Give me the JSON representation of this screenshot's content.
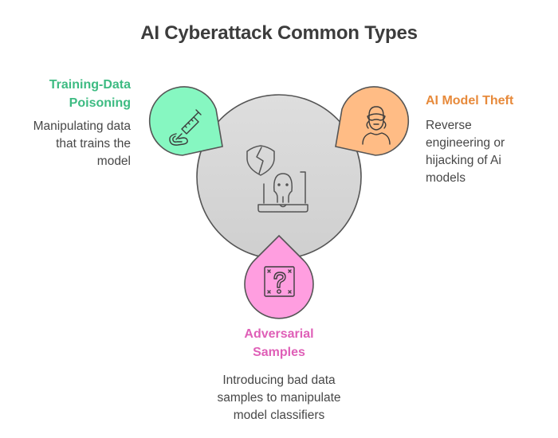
{
  "title": "AI Cyberattack Common Types",
  "center": {
    "icon": "cyberattack-laptop-skull-broken-shield-icon",
    "fill": "#d9d9d9"
  },
  "items": [
    {
      "id": "training-data-poisoning",
      "title_lines": [
        "Training-Data",
        "Poisoning"
      ],
      "description_lines": [
        "Manipulating data",
        "that trains the",
        "model"
      ],
      "icon": "syringe-icon",
      "color": "#3dbb82",
      "fill": "#86f7c1"
    },
    {
      "id": "ai-model-theft",
      "title_lines": [
        "AI Model Theft"
      ],
      "description_lines": [
        "Reverse",
        "engineering or",
        "hijacking of Ai",
        "models"
      ],
      "icon": "masked-thief-icon",
      "color": "#e78a3b",
      "fill": "#ffbc85"
    },
    {
      "id": "adversarial-samples",
      "title_lines": [
        "Adversarial",
        "Samples"
      ],
      "description_lines": [
        "Introducing bad data",
        "samples to manipulate",
        "model classifiers"
      ],
      "icon": "question-box-icon",
      "color": "#df5fb7",
      "fill": "#ff9ee0"
    }
  ]
}
